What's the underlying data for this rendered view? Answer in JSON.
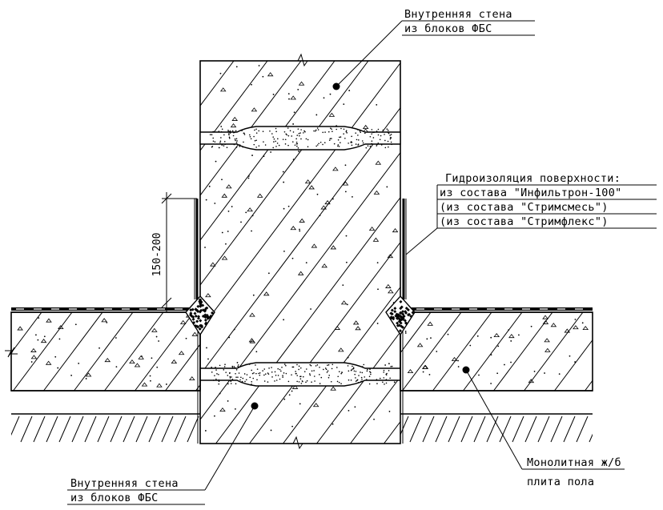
{
  "labels": {
    "wall_top_line1": "Внутренняя стена",
    "wall_top_line2": "из блоков ФБС",
    "waterproof_title": "Гидроизоляция поверхности:",
    "waterproof_opt1": "из состава \"Инфильтрон-100\"",
    "waterproof_opt2": "(из состава \"Стримсмесь\")",
    "waterproof_opt3": "(из состава \"Стримфлекс\")",
    "dimension": "150-200",
    "slab_line1": "Монолитная ж/б",
    "slab_line2": "плита пола",
    "wall_bottom_line1": "Внутренняя стена",
    "wall_bottom_line2": "из блоков ФБС"
  },
  "colors": {
    "ink": "#000000",
    "paper": "#ffffff"
  }
}
